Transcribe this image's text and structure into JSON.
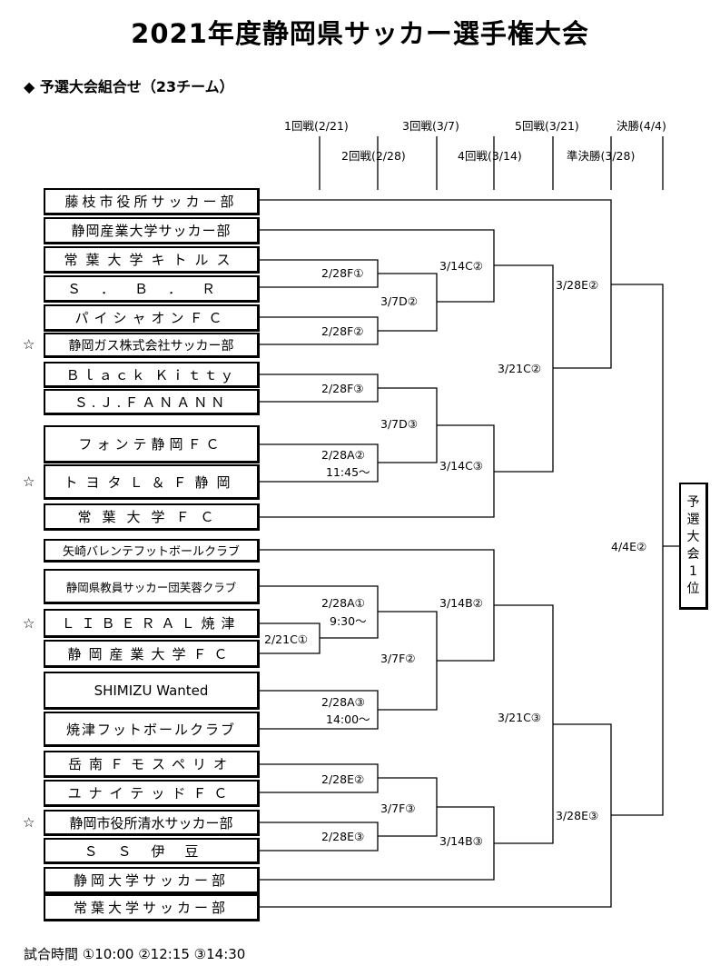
{
  "title": "2021年度静岡県サッカー選手権大会",
  "subtitle": "◆ 予選大会組合せ（23チーム）",
  "rounds": {
    "r1": "1回戦(2/21)",
    "r2": "2回戦(2/28)",
    "r3": "3回戦(3/7)",
    "r4": "4回戦(3/14)",
    "r5": "5回戦(3/21)",
    "sf": "準決勝(3/28)",
    "final": "決勝(4/4)"
  },
  "star": "☆",
  "teams": [
    "藤枝市役所サッカー部",
    "静岡産業大学サッカー部",
    "常葉大学キトルス",
    "Ｓ．Ｂ．Ｒ",
    "パイシャオンＦＣ",
    "静岡ガス株式会社サッカー部",
    "Ｂｌａｃｋ Ｋｉｔｔｙ",
    "Ｓ.Ｊ.ＦＡＮＡＮＮ",
    "フォンテ静岡ＦＣ",
    "トヨタＬ＆Ｆ静岡",
    "常葉大学ＦＣ",
    "矢崎バレンテフットボールクラブ",
    "静岡県教員サッカー団芙蓉クラブ",
    "ＬＩＢＥＲＡＬ焼津",
    "静岡産業大学ＦＣ",
    "SHIMIZU Wanted",
    "焼津フットボールクラブ",
    "岳南Ｆモスペリオ",
    "ユナイテッドＦＣ",
    "静岡市役所清水サッカー部",
    "ＳＳ伊豆",
    "静岡大学サッカー部",
    "常葉大学サッカー部"
  ],
  "matches": {
    "m_2_21C1": "2/21C①",
    "m_2_28F1": "2/28F①",
    "m_2_28F2": "2/28F②",
    "m_2_28F3": "2/28F③",
    "m_2_28A2": "2/28A②",
    "m_2_28A2_time": "11:45～",
    "m_2_28A1": "2/28A①",
    "m_2_28A1_time": "9:30～",
    "m_2_28A3": "2/28A③",
    "m_2_28A3_time": "14:00～",
    "m_2_28E2": "2/28E②",
    "m_2_28E3": "2/28E③",
    "m_3_7D2": "3/7D②",
    "m_3_7D3": "3/7D③",
    "m_3_7F2": "3/7F②",
    "m_3_7F3": "3/7F③",
    "m_3_14C2": "3/14C②",
    "m_3_14C3": "3/14C③",
    "m_3_14B2": "3/14B②",
    "m_3_14B3": "3/14B③",
    "m_3_21C2": "3/21C②",
    "m_3_21C3": "3/21C③",
    "m_3_28E2": "3/28E②",
    "m_3_28E3": "3/28E③",
    "m_4_4E2": "4/4E②"
  },
  "winner_box": [
    "予",
    "選",
    "大",
    "会",
    "1",
    "位"
  ],
  "footer": "試合時間 ①10:00 ②12:15 ③14:30"
}
